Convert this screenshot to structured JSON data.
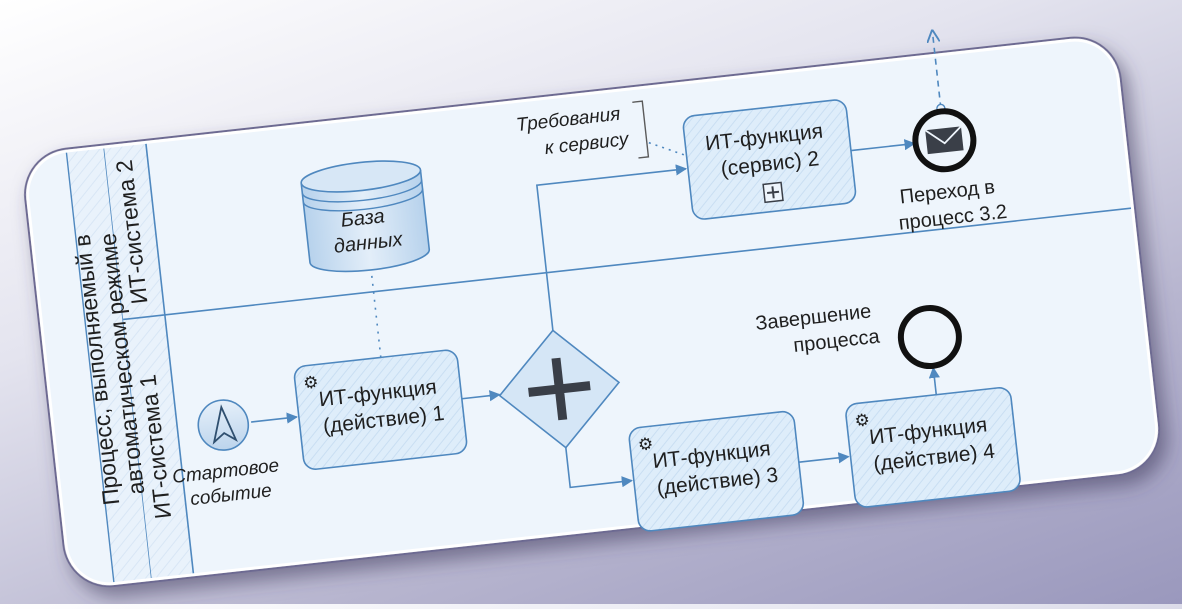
{
  "pool": {
    "label_line1": "Процесс, выполняемый в",
    "label_line2": "автоматическом режиме"
  },
  "lanes": {
    "lane2": "ИТ-система 2",
    "lane1": "ИТ-система 1"
  },
  "nodes": {
    "start_line1": "Стартовое",
    "start_line2": "событие",
    "task1_line1": "ИТ-функция",
    "task1_line2": "(действие) 1",
    "db_line1": "База",
    "db_line2": "данных",
    "req_line1": "Требования",
    "req_line2": "к сервису",
    "task2_line1": "ИТ-функция",
    "task2_line2": "(сервис) 2",
    "msg_line1": "Переход в",
    "msg_line2": "процесс 3.2",
    "task3_line1": "ИТ-функция",
    "task3_line2": "(действие) 3",
    "task4_line1": "ИТ-функция",
    "task4_line2": "(действие) 4",
    "end_line1": "Завершение",
    "end_line2": "процесса"
  }
}
